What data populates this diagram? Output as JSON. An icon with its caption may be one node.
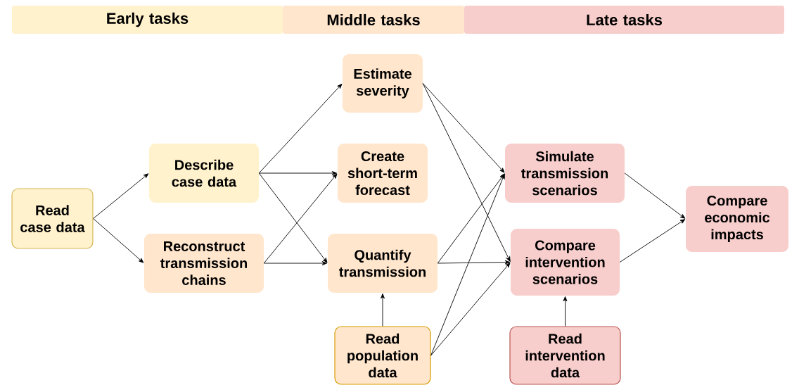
{
  "diagram": {
    "nodes": [
      {
        "text": [
          "Early tasks"
        ]
      },
      {
        "text": [
          "Middle tasks"
        ]
      },
      {
        "text": [
          "Late tasks"
        ]
      },
      {
        "text": [
          "Read case data"
        ]
      },
      {
        "text": [
          "Describe case data"
        ]
      },
      {
        "text": [
          "Reconstruct transmission chains"
        ]
      },
      {
        "text": [
          "Estimate severity"
        ]
      },
      {
        "text": [
          "Create short-term forecast"
        ]
      },
      {
        "text": [
          "Quantify transmission"
        ]
      },
      {
        "text": [
          "Read population data"
        ]
      },
      {
        "text": [
          "Simulate transmission scenarios"
        ]
      },
      {
        "text": [
          "Compare intervention scenarios"
        ]
      },
      {
        "text": [
          "Read intervention data"
        ]
      },
      {
        "text": [
          "Compare economic impacts"
        ]
      }
    ],
    "edges": [
      {
        "from": 3,
        "to": 4,
        "arrow": "to"
      },
      {
        "from": 3,
        "to": 5,
        "arrow": "to"
      },
      {
        "from": 4,
        "to": 6,
        "arrow": "to"
      },
      {
        "from": 4,
        "to": 7,
        "arrow": "to"
      },
      {
        "from": 4,
        "to": 8,
        "arrow": "to"
      },
      {
        "from": 5,
        "to": 7,
        "arrow": "to"
      },
      {
        "from": 5,
        "to": 8,
        "arrow": "to"
      },
      {
        "from": 6,
        "to": 10,
        "arrow": "to"
      },
      {
        "from": 6,
        "to": 11,
        "arrow": "to"
      },
      {
        "from": 8,
        "to": 10,
        "arrow": "to"
      },
      {
        "from": 8,
        "to": 11,
        "arrow": "to"
      },
      {
        "from": 9,
        "to": 8,
        "arrow": "to"
      },
      {
        "from": 9,
        "to": 10,
        "arrow": "to"
      },
      {
        "from": 9,
        "to": 11,
        "arrow": "to"
      },
      {
        "from": 12,
        "to": 11,
        "arrow": "to"
      },
      {
        "from": 10,
        "to": 13,
        "arrow": "to"
      },
      {
        "from": 11,
        "to": 13,
        "arrow": "to"
      }
    ]
  }
}
